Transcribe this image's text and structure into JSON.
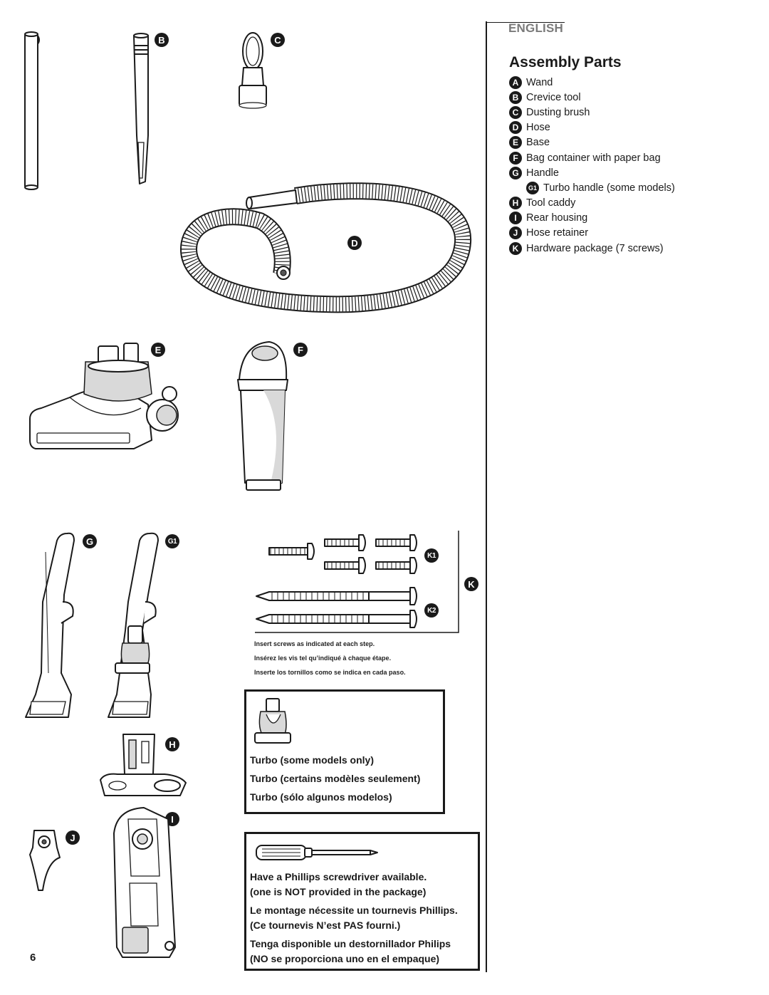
{
  "header": {
    "language": "ENGLISH",
    "title": "Assembly Parts"
  },
  "parts": [
    {
      "letter": "A",
      "label": "Wand"
    },
    {
      "letter": "B",
      "label": "Crevice tool"
    },
    {
      "letter": "C",
      "label": "Dusting brush"
    },
    {
      "letter": "D",
      "label": "Hose"
    },
    {
      "letter": "E",
      "label": "Base"
    },
    {
      "letter": "F",
      "label": "Bag container with paper bag"
    },
    {
      "letter": "G",
      "label": "Handle"
    },
    {
      "letter": "G1",
      "label": "Turbo handle (some models)"
    },
    {
      "letter": "H",
      "label": "Tool caddy"
    },
    {
      "letter": "I",
      "label": "Rear housing"
    },
    {
      "letter": "J",
      "label": "Hose retainer"
    },
    {
      "letter": "K",
      "label": "Hardware package (7 screws)"
    }
  ],
  "figure_labels": {
    "A": "A",
    "B": "B",
    "C": "C",
    "D": "D",
    "E": "E",
    "F": "F",
    "G": "G",
    "G1": "G1",
    "H": "H",
    "I": "I",
    "J": "J",
    "K": "K",
    "K1": "K1",
    "K2": "K2"
  },
  "screw_notes": {
    "en": "Insert screws as indicated at each step.",
    "fr": "Insérez les vis tel qu’indiqué à chaque étape.",
    "es": "Inserte los tornillos como se indica en cada paso."
  },
  "turbo_box": {
    "en": "Turbo (some models only)",
    "fr": "Turbo (certains modèles seulement)",
    "es": "Turbo (sólo algunos modelos)"
  },
  "screwdriver_box": {
    "en_1": "Have a Phillips screwdriver available.",
    "en_2": "(one is NOT provided in the package)",
    "fr_1": "Le montage nécessite un tournevis Phillips.",
    "fr_2": "(Ce tournevis N’est PAS fourni.)",
    "es_1": "Tenga disponible un destornillador Philips",
    "es_2": "(NO se proporciona uno en el empaque)"
  },
  "page_number": "6",
  "icons": {
    "wand": "wand-icon",
    "crevice": "crevice-tool-icon",
    "brush": "dusting-brush-icon",
    "hose": "hose-icon",
    "base": "vacuum-base-icon",
    "bag": "bag-container-icon",
    "handle": "handle-icon",
    "turbo_handle": "turbo-handle-icon",
    "caddy": "tool-caddy-icon",
    "rear": "rear-housing-icon",
    "retainer": "hose-retainer-icon",
    "screws": "screws-icon",
    "turbo_tool": "turbo-tool-icon",
    "screwdriver": "screwdriver-icon"
  }
}
